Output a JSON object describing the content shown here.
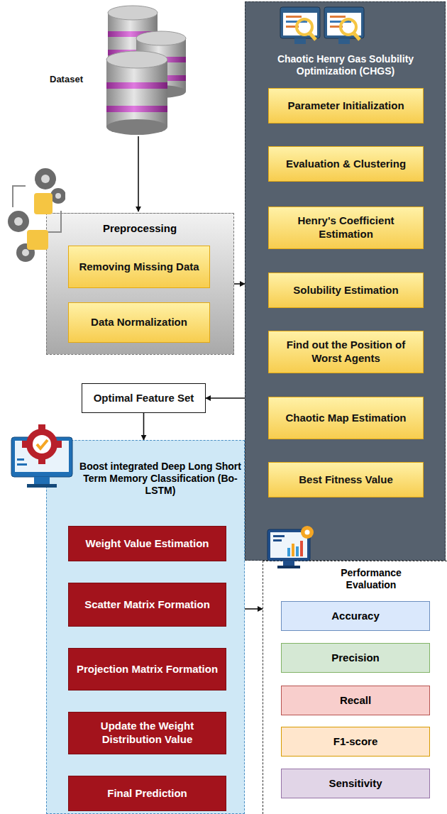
{
  "diagram": {
    "nodes": [
      {
        "text": [
          "Preprocessing"
        ]
      },
      {
        "text": [
          "Removing Missing Data"
        ],
        "in": 0
      },
      {
        "text": [
          "Data Normalization"
        ],
        "in": 0
      },
      {
        "text": [
          "Chaotic Henry Gas Solubility Optimization (CHGS)"
        ]
      },
      {
        "text": [
          "Parameter Initialization"
        ],
        "in": 3
      },
      {
        "text": [
          "Evaluation & Clustering"
        ],
        "in": 3
      },
      {
        "text": [
          "Henry's Coefficient Estimation"
        ],
        "in": 3
      },
      {
        "text": [
          "Solubility Estimation"
        ],
        "in": 3
      },
      {
        "text": [
          "Find out the Position of Worst Agents"
        ],
        "in": 3
      },
      {
        "text": [
          "Chaotic Map Estimation"
        ],
        "in": 3
      },
      {
        "text": [
          "Best Fitness Value"
        ],
        "in": 3
      },
      {
        "text": [
          "Optimal Feature Set"
        ]
      },
      {
        "text": [
          "Boost integrated Deep Long Short Term Memory Classification (Bo-LSTM)"
        ]
      },
      {
        "text": [
          "Weight Value Estimation"
        ],
        "in": 12
      },
      {
        "text": [
          "Scatter Matrix Formation"
        ],
        "in": 12
      },
      {
        "text": [
          "Projection Matrix Formation"
        ],
        "in": 12
      },
      {
        "text": [
          "Update the Weight Distribution Value"
        ],
        "in": 12
      },
      {
        "text": [
          "Final Prediction"
        ],
        "in": 12
      },
      {
        "text": [
          "Performance Evaluation"
        ]
      },
      {
        "text": [
          "Accuracy"
        ],
        "in": 18
      },
      {
        "text": [
          "Precision"
        ],
        "in": 18
      },
      {
        "text": [
          "Recall"
        ],
        "in": 18
      },
      {
        "text": [
          "F1-score"
        ],
        "in": 18
      },
      {
        "text": [
          "Sensitivity"
        ],
        "in": 18
      }
    ],
    "edges": [
      {
        "from": 0,
        "to": 3,
        "arrow": "to"
      },
      {
        "from": 1,
        "to": 2,
        "arrow": "to"
      },
      {
        "from": 4,
        "to": 5,
        "arrow": "to"
      },
      {
        "from": 5,
        "to": 6,
        "arrow": "to"
      },
      {
        "from": 6,
        "to": 7,
        "arrow": "to"
      },
      {
        "from": 7,
        "to": 8,
        "arrow": "to"
      },
      {
        "from": 8,
        "to": 9,
        "arrow": "to"
      },
      {
        "from": 9,
        "to": 10,
        "arrow": "to"
      },
      {
        "from": 10,
        "to": 11,
        "arrow": "to"
      },
      {
        "from": 11,
        "to": 12,
        "arrow": "to"
      },
      {
        "from": 13,
        "to": 14,
        "arrow": "to"
      },
      {
        "from": 14,
        "to": 15,
        "arrow": "to"
      },
      {
        "from": 15,
        "to": 16,
        "arrow": "to"
      },
      {
        "from": 16,
        "to": 17,
        "arrow": "to"
      },
      {
        "from": 12,
        "to": 18,
        "arrow": "to"
      }
    ],
    "labels": [
      "Dataset"
    ]
  }
}
